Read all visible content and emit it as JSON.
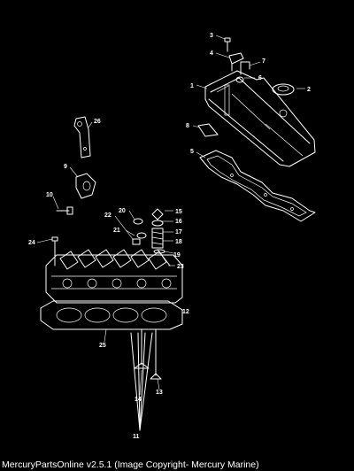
{
  "footer": {
    "text": "MercuryPartsOnline v2.5.1 (Image Copyright- Mercury Marine)"
  },
  "callouts": {
    "c1": "1",
    "c2": "2",
    "c3": "3",
    "c4": "4",
    "c5": "5",
    "c6": "6",
    "c7": "7",
    "c8": "8",
    "c9": "9",
    "c10": "10",
    "c11": "11",
    "c12": "12",
    "c13": "13",
    "c14": "14",
    "c15": "15",
    "c16": "16",
    "c17": "17",
    "c18": "18",
    "c19": "19",
    "c20": "20",
    "c21": "21",
    "c22": "22",
    "c23": "23",
    "c24": "24",
    "c25": "25",
    "c26": "26"
  },
  "colors": {
    "background": "#000000",
    "line": "#ffffff"
  }
}
